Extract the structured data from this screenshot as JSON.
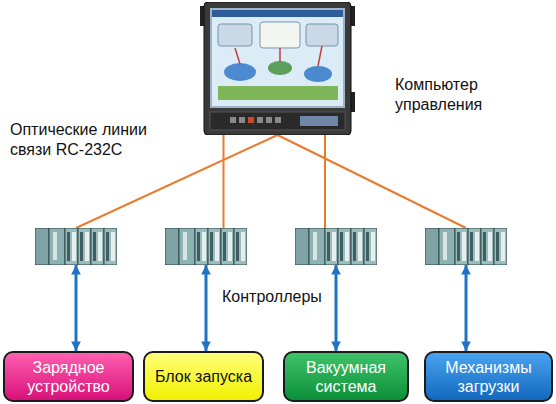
{
  "diagram": {
    "nodes": [
      {
        "text": [
          "Компьютер управления"
        ]
      },
      {
        "text": []
      },
      {
        "text": []
      },
      {
        "text": []
      },
      {
        "text": []
      },
      {
        "text": [
          "Зарядное устройство"
        ]
      },
      {
        "text": [
          "Блок запуска"
        ]
      },
      {
        "text": [
          "Вакуумная система"
        ]
      },
      {
        "text": [
          "Механизмы загрузки"
        ]
      }
    ],
    "edges": [
      {
        "from": 0,
        "to": 1,
        "arrow": "none"
      },
      {
        "from": 0,
        "to": 2,
        "arrow": "none"
      },
      {
        "from": 0,
        "to": 3,
        "arrow": "none"
      },
      {
        "from": 0,
        "to": 4,
        "arrow": "none"
      },
      {
        "from": 1,
        "to": 5,
        "arrow": "both"
      },
      {
        "from": 2,
        "to": 6,
        "arrow": "both"
      },
      {
        "from": 3,
        "to": 7,
        "arrow": "both"
      },
      {
        "from": 4,
        "to": 8,
        "arrow": "both"
      }
    ],
    "labels": [
      "Оптические линии связи RC-232C",
      "Контроллеры"
    ]
  }
}
